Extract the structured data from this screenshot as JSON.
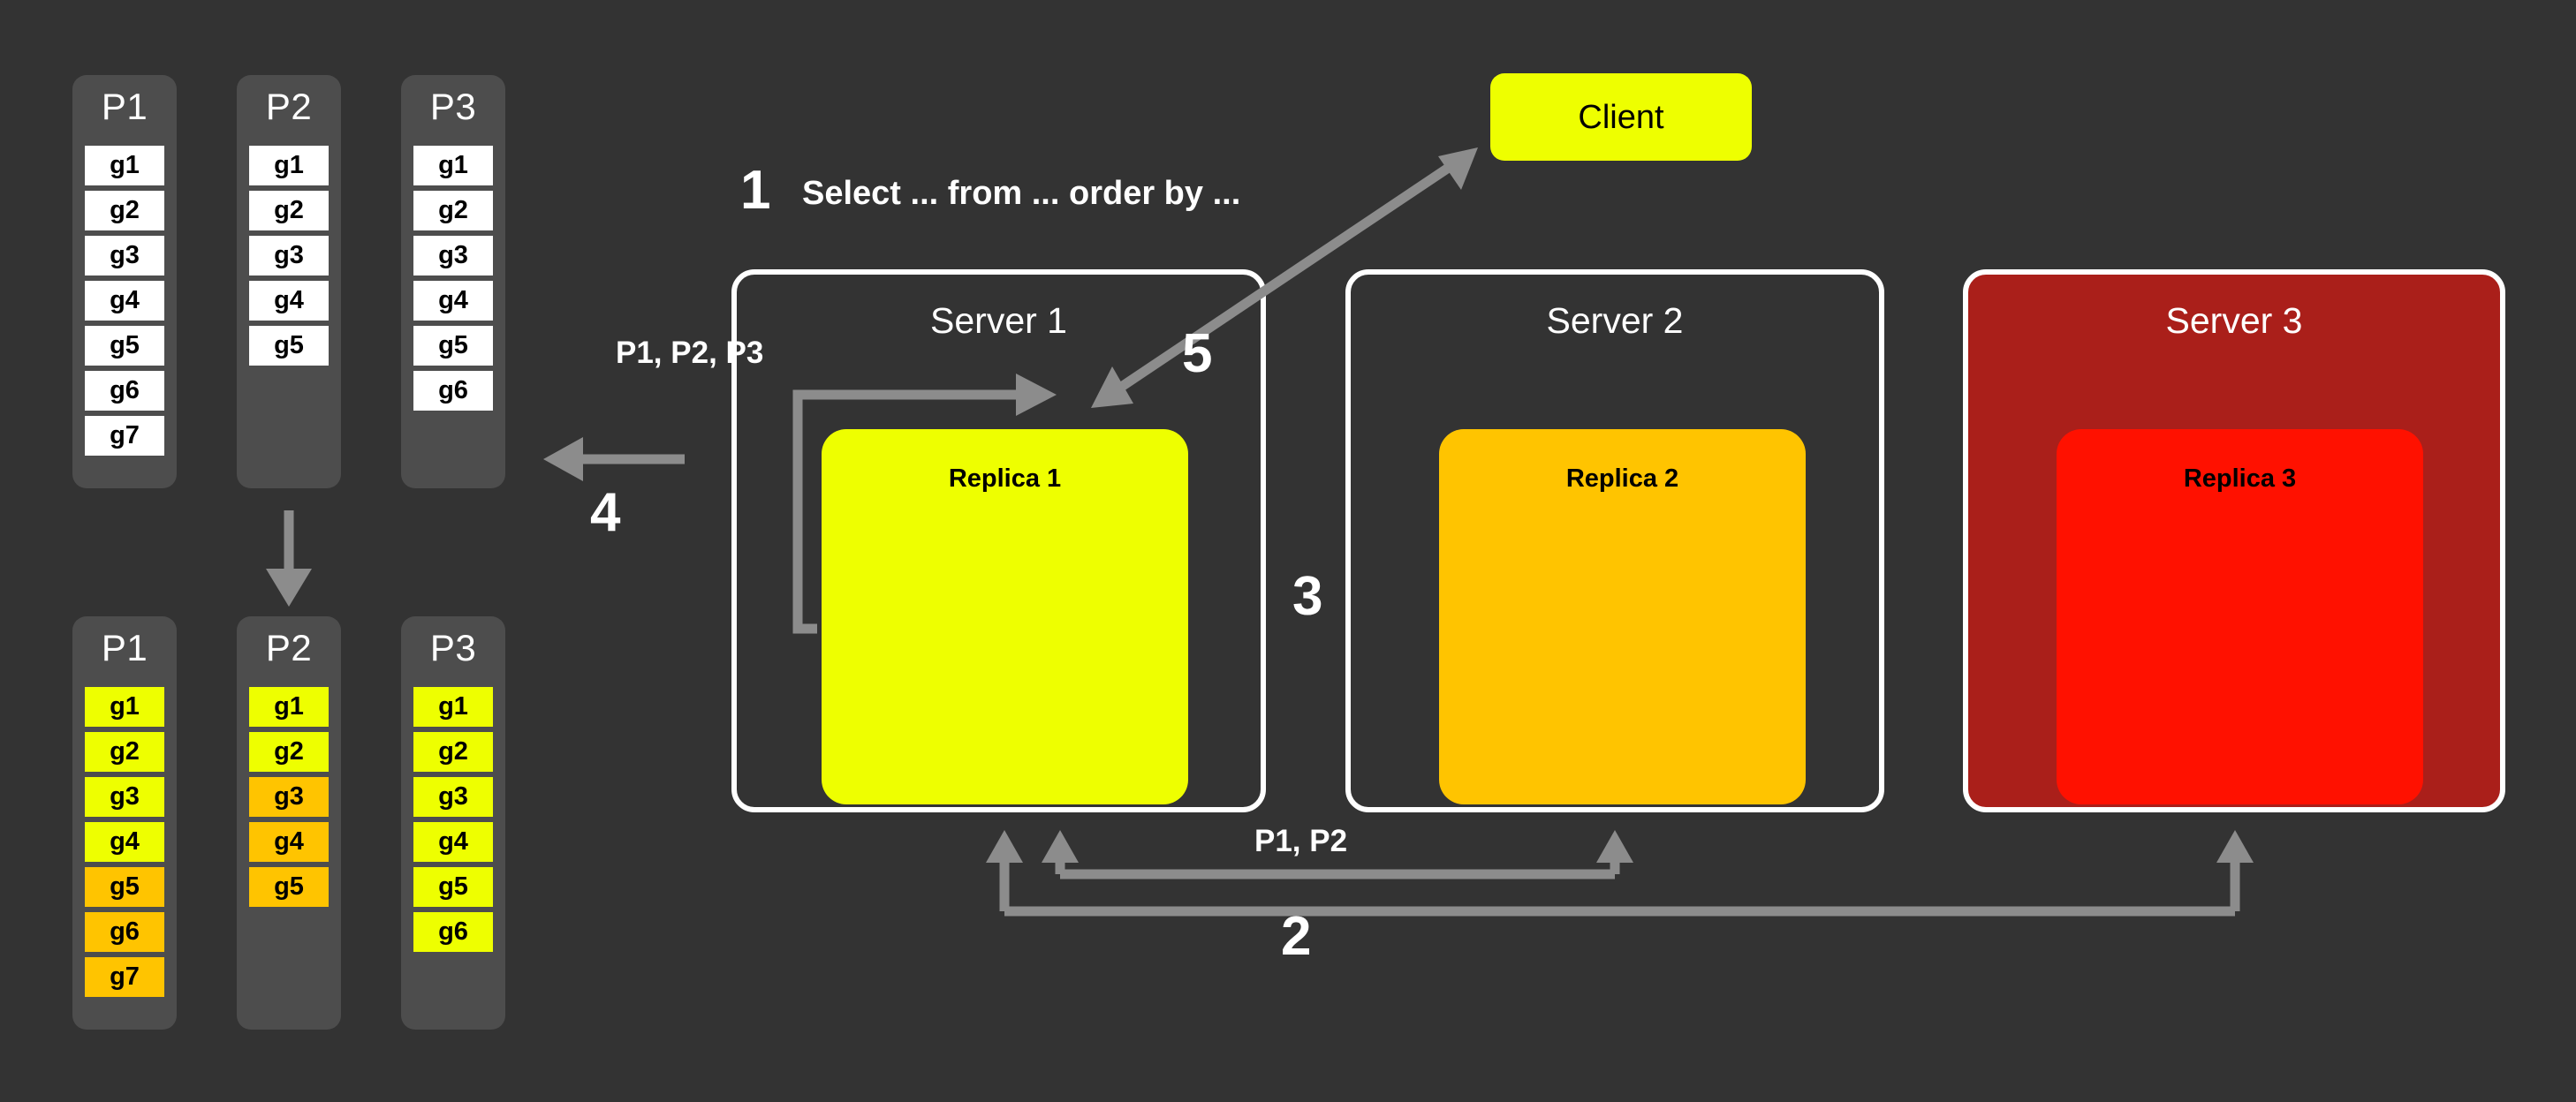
{
  "background_color": "#333333",
  "colors": {
    "panel_gray": "#4d4d4d",
    "arrow_gray": "#8c8c8c",
    "white": "#ffffff",
    "yellow": "#eeff00",
    "orange": "#ffc400",
    "red": "#ff1100",
    "dark_red": "#aa1f1a",
    "cell_white": "#ffffff",
    "black": "#000000"
  },
  "partitions_top": [
    {
      "title": "P1",
      "cells": [
        {
          "label": "g1",
          "color": "#ffffff"
        },
        {
          "label": "g2",
          "color": "#ffffff"
        },
        {
          "label": "g3",
          "color": "#ffffff"
        },
        {
          "label": "g4",
          "color": "#ffffff"
        },
        {
          "label": "g5",
          "color": "#ffffff"
        },
        {
          "label": "g6",
          "color": "#ffffff"
        },
        {
          "label": "g7",
          "color": "#ffffff"
        }
      ]
    },
    {
      "title": "P2",
      "cells": [
        {
          "label": "g1",
          "color": "#ffffff"
        },
        {
          "label": "g2",
          "color": "#ffffff"
        },
        {
          "label": "g3",
          "color": "#ffffff"
        },
        {
          "label": "g4",
          "color": "#ffffff"
        },
        {
          "label": "g5",
          "color": "#ffffff"
        }
      ]
    },
    {
      "title": "P3",
      "cells": [
        {
          "label": "g1",
          "color": "#ffffff"
        },
        {
          "label": "g2",
          "color": "#ffffff"
        },
        {
          "label": "g3",
          "color": "#ffffff"
        },
        {
          "label": "g4",
          "color": "#ffffff"
        },
        {
          "label": "g5",
          "color": "#ffffff"
        },
        {
          "label": "g6",
          "color": "#ffffff"
        }
      ]
    }
  ],
  "partitions_bottom": [
    {
      "title": "P1",
      "cells": [
        {
          "label": "g1",
          "color": "#eeff00"
        },
        {
          "label": "g2",
          "color": "#eeff00"
        },
        {
          "label": "g3",
          "color": "#eeff00"
        },
        {
          "label": "g4",
          "color": "#eeff00"
        },
        {
          "label": "g5",
          "color": "#ffc400"
        },
        {
          "label": "g6",
          "color": "#ffc400"
        },
        {
          "label": "g7",
          "color": "#ffc400"
        }
      ]
    },
    {
      "title": "P2",
      "cells": [
        {
          "label": "g1",
          "color": "#eeff00"
        },
        {
          "label": "g2",
          "color": "#eeff00"
        },
        {
          "label": "g3",
          "color": "#ffc400"
        },
        {
          "label": "g4",
          "color": "#ffc400"
        },
        {
          "label": "g5",
          "color": "#ffc400"
        }
      ]
    },
    {
      "title": "P3",
      "cells": [
        {
          "label": "g1",
          "color": "#eeff00"
        },
        {
          "label": "g2",
          "color": "#eeff00"
        },
        {
          "label": "g3",
          "color": "#eeff00"
        },
        {
          "label": "g4",
          "color": "#eeff00"
        },
        {
          "label": "g5",
          "color": "#eeff00"
        },
        {
          "label": "g6",
          "color": "#eeff00"
        }
      ]
    }
  ],
  "client": {
    "label": "Client",
    "color": "#eeff00"
  },
  "servers": [
    {
      "title": "Server 1",
      "box_fill": "transparent",
      "replica": {
        "label": "Replica 1",
        "color": "#eeff00"
      }
    },
    {
      "title": "Server 2",
      "box_fill": "transparent",
      "replica": {
        "label": "Replica 2",
        "color": "#ffc400"
      }
    },
    {
      "title": "Server 3",
      "box_fill": "#aa1f1a",
      "replica": {
        "label": "Replica 3",
        "color": "#ff1100"
      }
    }
  ],
  "steps": {
    "one": "1",
    "two": "2",
    "three": "3",
    "four": "4",
    "five": "5"
  },
  "labels": {
    "query": "Select ... from ... order by ...",
    "partitions_all": "P1, P2, P3",
    "partitions_p1p2": "P1, P2"
  }
}
